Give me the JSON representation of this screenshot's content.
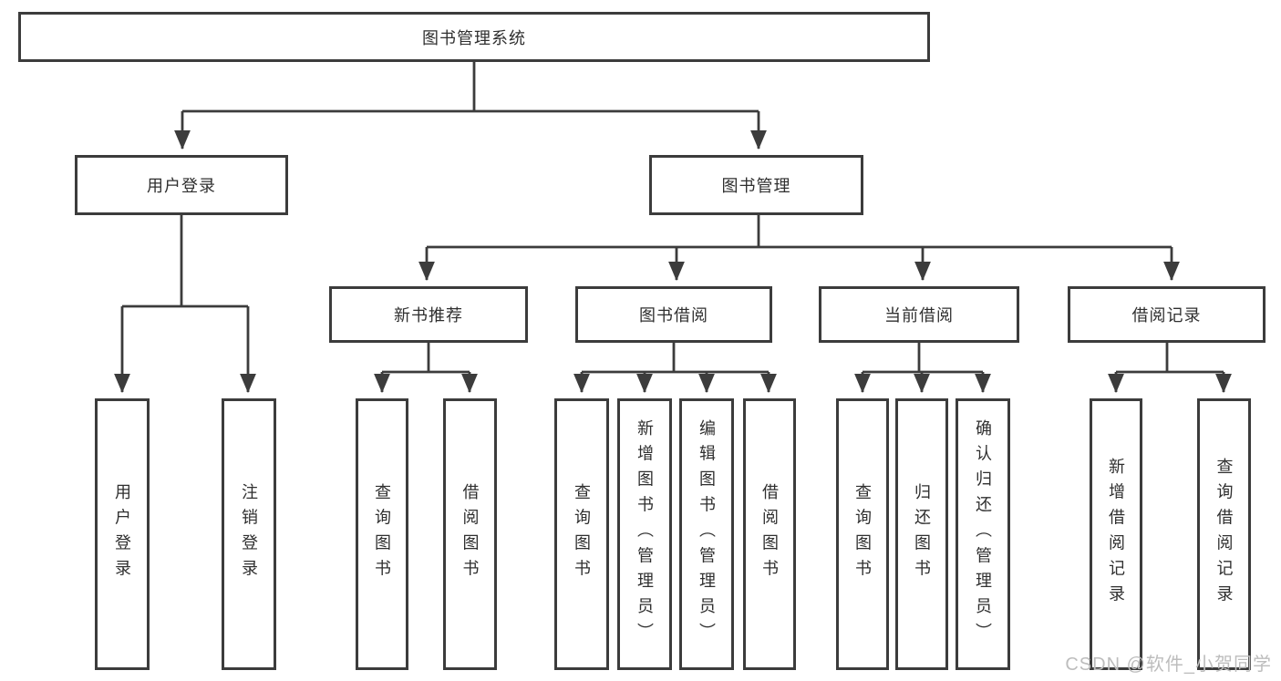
{
  "diagram_title": "图书管理系统",
  "colors": {
    "line": "#3c3c3c",
    "box_border": "#3c3c3c",
    "text": "#2f2f2f",
    "watermark": "#bdbdbd",
    "background": "#ffffff"
  },
  "tree": {
    "root": {
      "label": "图书管理系统"
    },
    "branches": [
      {
        "label": "用户登录",
        "children": [
          {
            "label": "用户登录"
          },
          {
            "label": "注销登录"
          }
        ]
      },
      {
        "label": "图书管理",
        "groups": [
          {
            "label": "新书推荐",
            "children": [
              {
                "label": "查询图书"
              },
              {
                "label": "借阅图书"
              }
            ]
          },
          {
            "label": "图书借阅",
            "children": [
              {
                "label": "查询图书"
              },
              {
                "label": "新增图书（管理员）"
              },
              {
                "label": "编辑图书（管理员）"
              },
              {
                "label": "借阅图书"
              }
            ]
          },
          {
            "label": "当前借阅",
            "children": [
              {
                "label": "查询图书"
              },
              {
                "label": "归还图书"
              },
              {
                "label": "确认归还（管理员）"
              }
            ]
          },
          {
            "label": "借阅记录",
            "children": [
              {
                "label": "新增借阅记录"
              },
              {
                "label": "查询借阅记录"
              }
            ]
          }
        ]
      }
    ]
  },
  "watermark": {
    "text": "CSDN @软件_小贺同学"
  }
}
